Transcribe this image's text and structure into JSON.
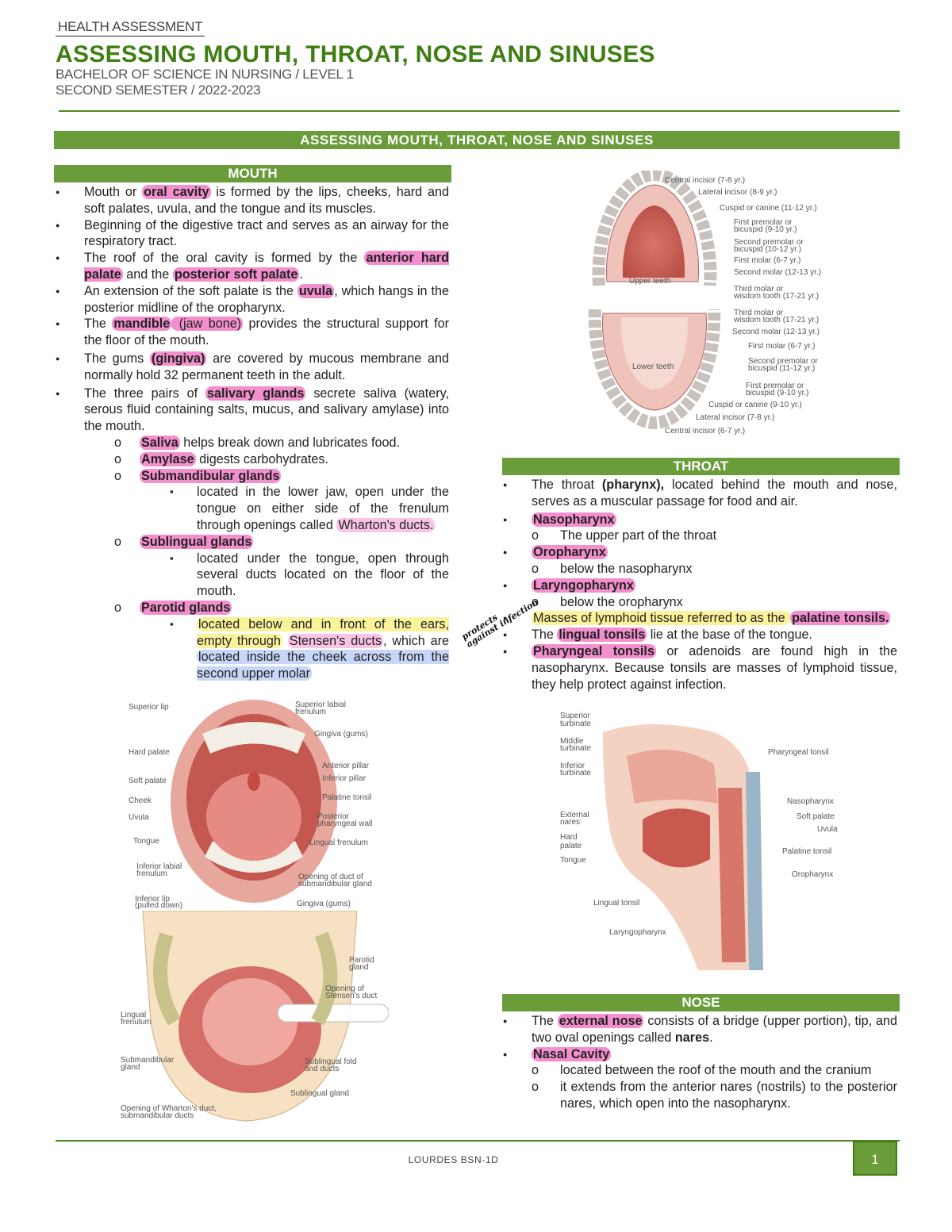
{
  "header": {
    "course_tag": "HEALTH ASSESSMENT",
    "title": "ASSESSING MOUTH, THROAT, NOSE AND SINUSES",
    "program": "BACHELOR OF SCIENCE IN NURSING / LEVEL 1",
    "semester": "SECOND SEMESTER / 2022-2023",
    "banner": "ASSESSING MOUTH, THROAT, NOSE AND SINUSES"
  },
  "mouth": {
    "heading": "MOUTH",
    "b1": {
      "a": "Mouth or ",
      "h": "oral cavity",
      "b": " is formed by the lips, cheeks, hard and soft palates, uvula, and the tongue and its muscles."
    },
    "b2": "Beginning of the digestive tract and serves as an airway for the respiratory tract.",
    "b3": {
      "a": "The roof of the oral cavity is formed by the ",
      "h1": "anterior hard palate",
      "m": " and the ",
      "h2": "posterior soft palate",
      "e": "."
    },
    "b4": {
      "a": "An extension of the soft palate is the ",
      "h": "uvula",
      "b": ", which hangs in the posterior midline of the oropharynx."
    },
    "b5": {
      "a": "The ",
      "h": "mandible",
      "h2": " (jaw bone)",
      "b": " provides the structural support for the floor of the mouth."
    },
    "b6": {
      "a": "The gums ",
      "h": "(gingiva)",
      "b": " are covered by mucous membrane and normally hold 32 permanent teeth in the adult."
    },
    "b7": {
      "a": "The three pairs of ",
      "h": "salivary glands",
      "b": " secrete saliva (watery, serous fluid containing salts, mucus, and salivary amylase) into the mouth."
    },
    "s1": {
      "h": "Saliva",
      "b": " helps break down and lubricates food."
    },
    "s2": {
      "h": "Amylase",
      "b": " digests carbohydrates."
    },
    "s3": {
      "h": "Submandibular glands"
    },
    "s3a": {
      "a": "located in the lower jaw, open under the tongue on either side of the frenulum through openings called ",
      "h": "Wharton's ducts."
    },
    "s4": {
      "h": "Sublingual glands"
    },
    "s4a": "located under the tongue, open through several ducts located on the floor of the mouth.",
    "s5": {
      "h": "Parotid glands"
    },
    "s5a": {
      "y1": "located below and in front of the ears, empty through",
      "sp": " ",
      "p": "Stensen's ducts",
      "c": ", which are ",
      "bl": "located inside the cheek across from the second upper molar"
    }
  },
  "throat": {
    "heading": "THROAT",
    "b1": {
      "a": "The throat ",
      "bold": "(pharynx),",
      "b": " located behind the mouth and nose, serves as a muscular passage for food and air."
    },
    "b2": {
      "h": "Nasopharynx",
      "sub": "The upper part of the throat"
    },
    "b3": {
      "h": "Oropharynx",
      "sub": "below the nasopharynx"
    },
    "b4": {
      "h": "Laryngopharynx",
      "sub": "below the oropharynx"
    },
    "b5": {
      "y": "Masses of lymphoid tissue referred to as the ",
      "h": "palatine tonsils."
    },
    "b6": {
      "a": "The ",
      "h": "lingual tonsils",
      "b": " lie at the base of the tongue."
    },
    "b7": {
      "h": "Pharyngeal tonsils",
      "b": " or adenoids are found high in the nasopharynx. Because tonsils are masses of lymphoid tissue, they help protect against infection."
    }
  },
  "nose": {
    "heading": "NOSE",
    "b1": {
      "a": "The ",
      "h": "external nose",
      "b": " consists of a bridge (upper portion), tip, and two oval openings called ",
      "bold": "nares",
      "e": "."
    },
    "b2": {
      "h": "Nasal Cavity"
    },
    "s1": "located between the roof of the mouth and the cranium",
    "s2": "it extends from the anterior nares (nostrils) to the posterior nares, which open into the nasopharynx."
  },
  "scribble": {
    "l1": "protects",
    "l2": "against infection"
  },
  "figures": {
    "teeth": {
      "upper_label": "Upper teeth",
      "lower_label": "Lower teeth",
      "labels": [
        "Central incisor (7-8 yr.)",
        "Lateral incisor (8-9 yr.)",
        "Cuspid or canine (11-12 yr.)",
        "First premolar or",
        "bicuspid (9-10 yr.)",
        "Second premolar or",
        "bicuspid (10-12 yr.)",
        "First molar (6-7 yr.)",
        "Second molar (12-13 yr.)",
        "Third molar or",
        "wisdom tooth (17-21 yr.)",
        "Third molar or",
        "wisdom tooth (17-21 yr.)",
        "Second molar (12-13 yr.)",
        "First molar (6-7 yr.)",
        "Second premolar or",
        "bicuspid (11-12 yr.)",
        "First premolar or",
        "bicuspid (9-10 yr.)",
        "Cuspid or canine (9-10 yr.)",
        "Lateral incisor (7-8 yr.)",
        "Central incisor (6-7 yr.)"
      ]
    },
    "mouth": {
      "left": [
        "Superior lip",
        "Hard palate",
        "Soft palate",
        "Cheek",
        "Uvula",
        "Tongue",
        "Inferior labial",
        "frenulum",
        "Inferior lip",
        "(pulled down)"
      ],
      "right": [
        "Superior labial",
        "frenulum",
        "Gingiva (gums)",
        "Anterior pillar",
        "Inferior pillar",
        "Palatine tonsil",
        "Posterior",
        "pharyngeal wall",
        "Lingual frenulum",
        "Opening of duct of",
        "submandibular gland",
        "Gingiva (gums)"
      ]
    },
    "glands": {
      "left": [
        "Lingual",
        "frenulum",
        "Submandibular",
        "gland",
        "Opening of Wharton's duct,",
        "submandibular ducts"
      ],
      "right": [
        "Parotid",
        "gland",
        "Opening of",
        "Stensen's duct",
        "Sublingual fold",
        "and ducts",
        "Sublingual gland"
      ]
    },
    "sagittal": {
      "left": [
        "Superior",
        "turbinate",
        "Middle",
        "turbinate",
        "Inferior",
        "turbinate",
        "External",
        "nares",
        "Hard",
        "palate",
        "Tongue"
      ],
      "bottom": [
        "Lingual tonsil",
        "Laryngopharynx"
      ],
      "right": [
        "Pharyngeal tonsil",
        "Nasopharynx",
        "Soft palate",
        "Uvula",
        "Palatine tonsil",
        "Oropharynx"
      ]
    }
  },
  "footer": {
    "center": "LOURDES BSN-1D",
    "page": "1"
  },
  "colors": {
    "green": "#6a9c3a",
    "title_green": "#3f7e12",
    "pink": "#f48fcf",
    "yellow": "#fbf39a",
    "blue": "#c8d6f8"
  }
}
